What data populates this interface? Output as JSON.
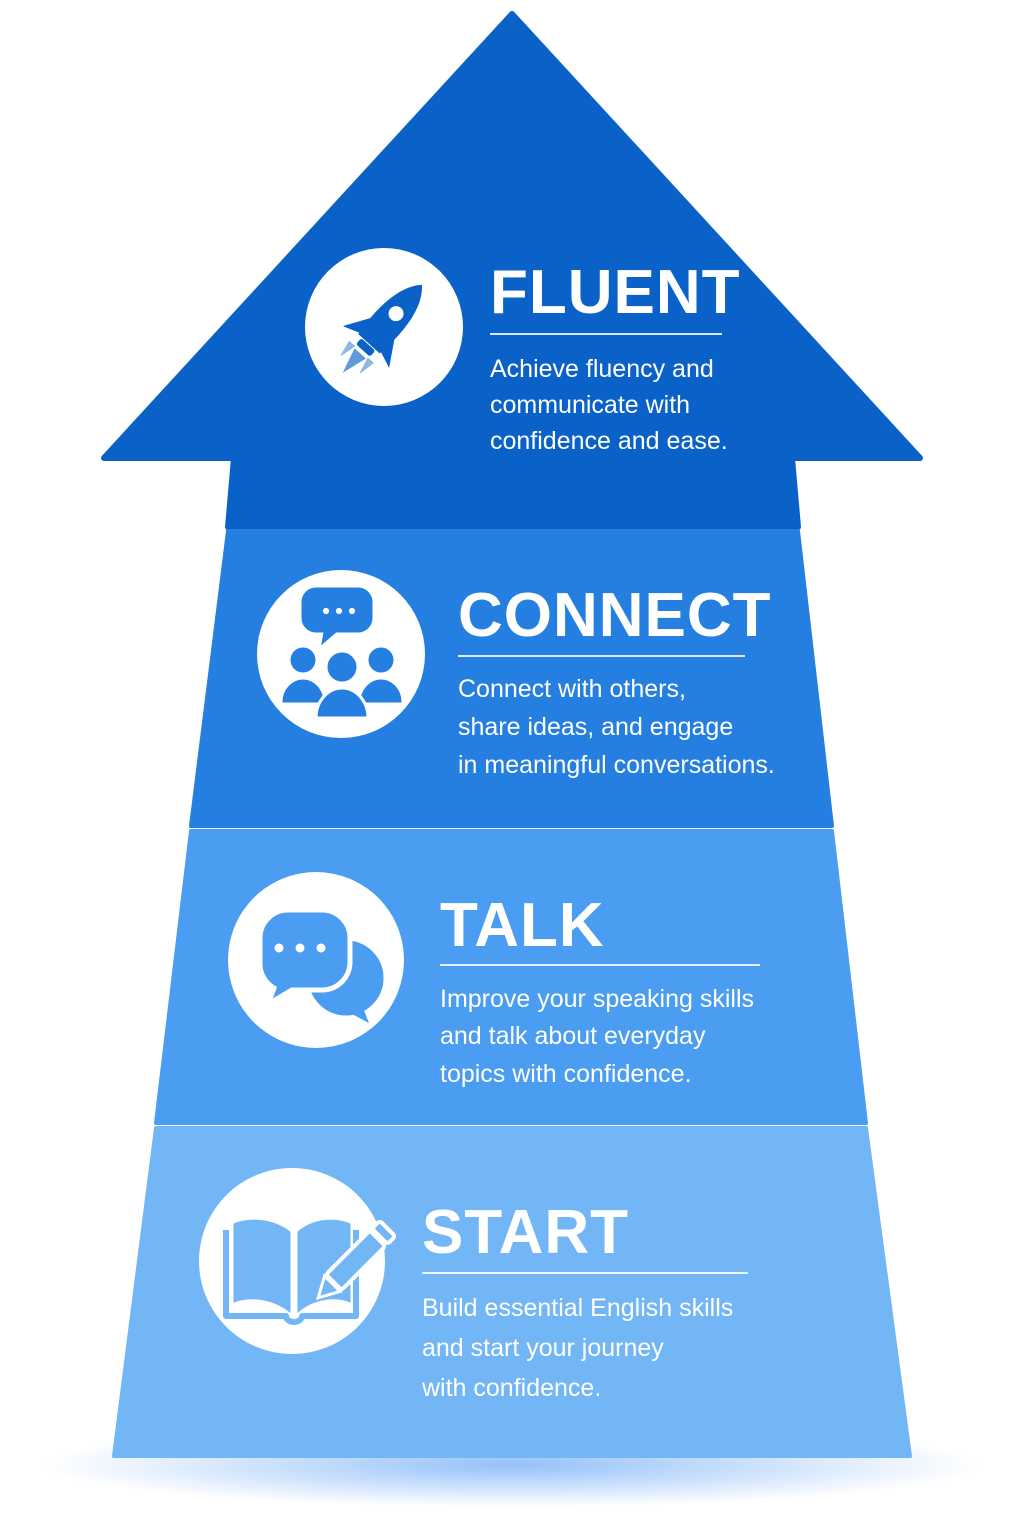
{
  "colors": {
    "fluent": "#0a62c9",
    "connect": "#257fe0",
    "talk": "#4a9df0",
    "start": "#72b6f6",
    "icon_white": "#ffffff"
  },
  "stages": [
    {
      "key": "fluent",
      "icon": "rocket-icon",
      "title": "FLUENT",
      "lines": [
        "Achieve fluency and",
        "communicate with",
        "confidence and ease."
      ]
    },
    {
      "key": "connect",
      "icon": "group-chat-icon",
      "title": "CONNECT",
      "lines": [
        "Connect with others,",
        "share ideas, and engage",
        "in meaningful conversations."
      ]
    },
    {
      "key": "talk",
      "icon": "speech-bubbles-icon",
      "title": "TALK",
      "lines": [
        "Improve your speaking skills",
        "and talk about everyday",
        "topics with confidence."
      ]
    },
    {
      "key": "start",
      "icon": "book-pencil-icon",
      "title": "START",
      "lines": [
        "Build essential English skills",
        "and start your journey",
        "with confidence."
      ]
    }
  ]
}
